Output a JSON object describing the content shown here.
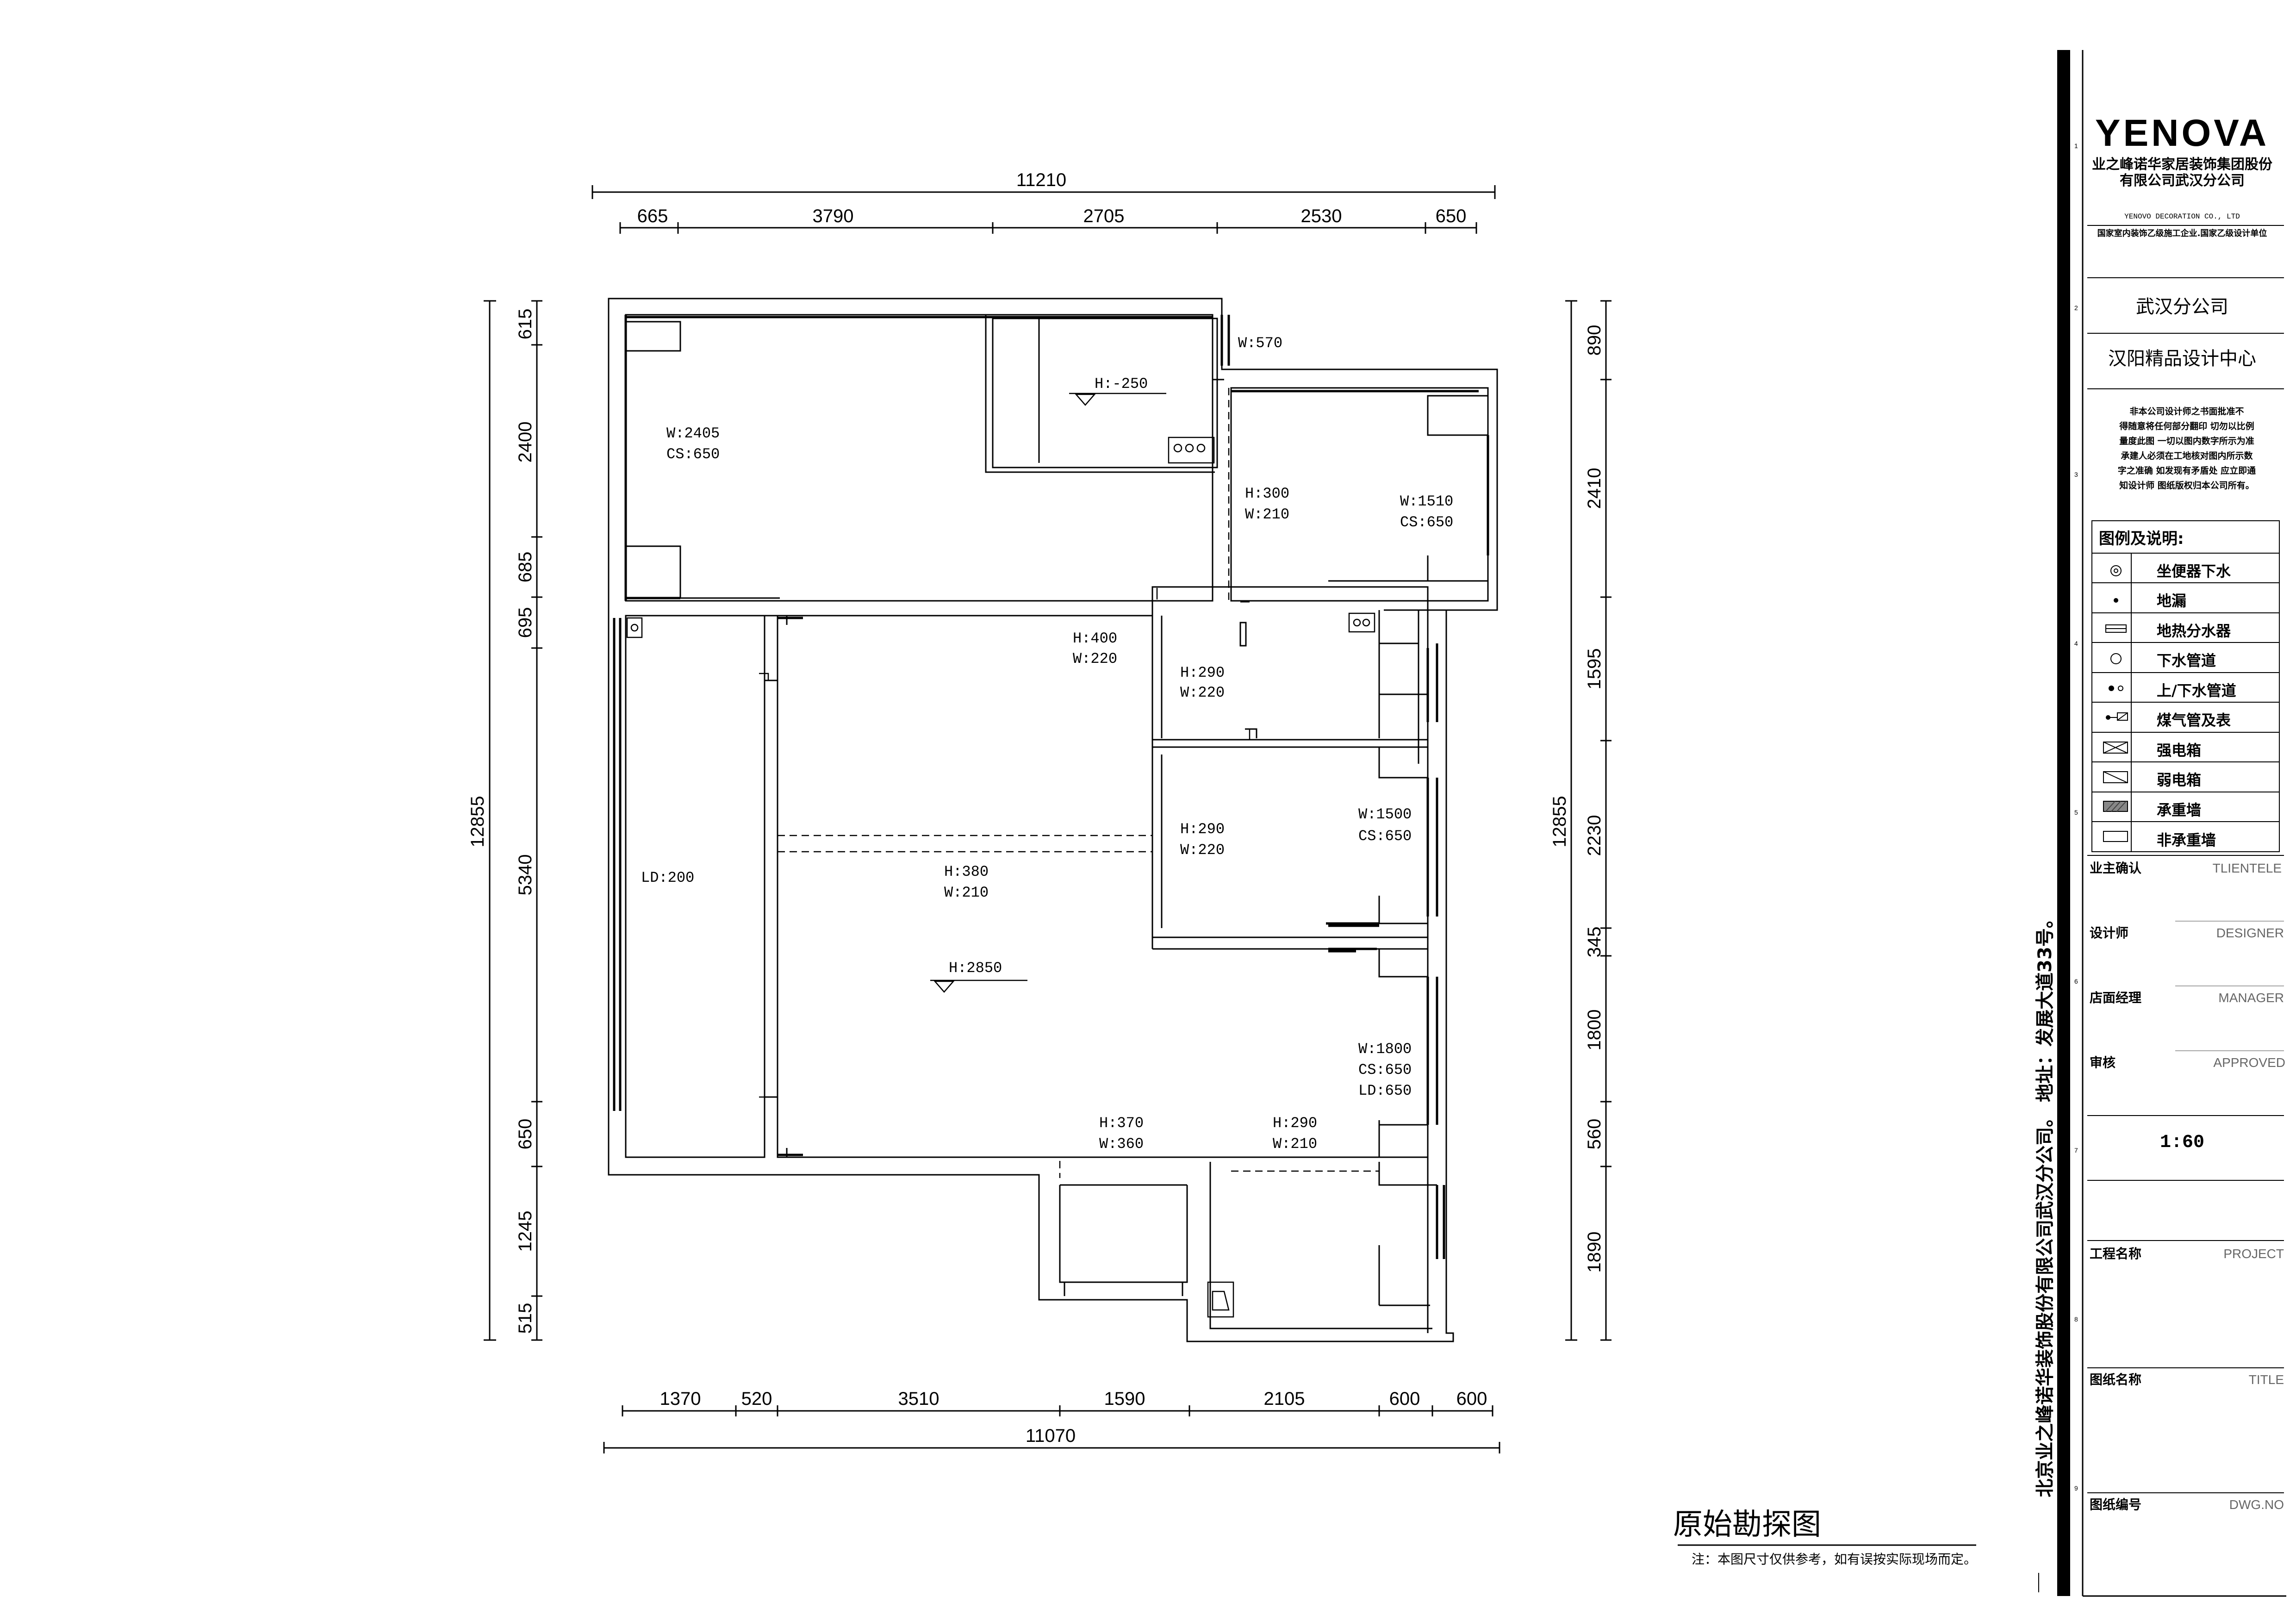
{
  "dimensions": {
    "top_total": "11210",
    "top": [
      "665",
      "3790",
      "2705",
      "2530",
      "650"
    ],
    "bottom": [
      "1370",
      "520",
      "3510",
      "1590",
      "2105",
      "600",
      "600"
    ],
    "bottom_total": "11070",
    "left_total": "12855",
    "left": [
      "615",
      "2400",
      "685",
      "695",
      "5340",
      "650",
      "1245",
      "515"
    ],
    "right_total": "12855",
    "right": [
      "890",
      "2410",
      "1595",
      "2230",
      "345",
      "1800",
      "560",
      "1890"
    ]
  },
  "annotations": [
    {
      "lines": [
        "W:570"
      ]
    },
    {
      "lines": [
        "H:-250"
      ]
    },
    {
      "lines": [
        "W:2405",
        "CS:650"
      ]
    },
    {
      "lines": [
        "H:300",
        "W:210"
      ]
    },
    {
      "lines": [
        "W:1510",
        "CS:650"
      ]
    },
    {
      "lines": [
        "H:400",
        "W:220"
      ]
    },
    {
      "lines": [
        "H:290",
        "W:220"
      ]
    },
    {
      "lines": [
        "H:290",
        "W:220"
      ]
    },
    {
      "lines": [
        "W:1500",
        "CS:650"
      ]
    },
    {
      "lines": [
        "LD:200"
      ]
    },
    {
      "lines": [
        "H:380",
        "W:210"
      ]
    },
    {
      "lines": [
        "H:2850"
      ]
    },
    {
      "lines": [
        "W:1800",
        "CS:650",
        "LD:650"
      ]
    },
    {
      "lines": [
        "H:370",
        "W:360"
      ]
    },
    {
      "lines": [
        "H:290",
        "W:210"
      ]
    }
  ],
  "drawing_title": "原始勘探图",
  "drawing_note": "注：本图尺寸仅供参考，如有误按实际现场而定。",
  "title_block": {
    "brand": "YENOVA",
    "company_line1": "业之峰诺华家居装饰集团股份",
    "company_line2": "有限公司武汉分公司",
    "company_en": "YENOVO DECORATION CO., LTD",
    "qualification": "国家室内装饰乙级施工企业.国家乙级设计单位",
    "branch": "武汉分公司",
    "center": "汉阳精品设计中心",
    "notice": [
      "非本公司设计师之书面批准不",
      "得随意将任何部分翻印 切勿以比例",
      "量度此图 一切以图内数字所示为准",
      "承建人必须在工地核对图内所示数",
      "字之准确 如发现有矛盾处 应立即通",
      "知设计师 图纸版权归本公司所有。"
    ],
    "legend_title": "图例及说明:",
    "legend": [
      {
        "icon": "toilet-drain-icon",
        "label": "坐便器下水"
      },
      {
        "icon": "floor-drain-icon",
        "label": "地漏"
      },
      {
        "icon": "heating-manifold-icon",
        "label": "地热分水器"
      },
      {
        "icon": "drain-pipe-icon",
        "label": "下水管道"
      },
      {
        "icon": "supply-drain-pipe-icon",
        "label": "上/下水管道"
      },
      {
        "icon": "gas-pipe-meter-icon",
        "label": "煤气管及表"
      },
      {
        "icon": "power-box-icon",
        "label": "强电箱"
      },
      {
        "icon": "weak-current-box-icon",
        "label": "弱电箱"
      },
      {
        "icon": "load-bearing-wall-icon",
        "label": "承重墙"
      },
      {
        "icon": "non-load-bearing-wall-icon",
        "label": "非承重墙"
      }
    ],
    "fields": [
      {
        "cn": "业主确认",
        "en": "TLIENTELE"
      },
      {
        "cn": "设计师",
        "en": "DESIGNER"
      },
      {
        "cn": "店面经理",
        "en": "MANAGER"
      },
      {
        "cn": "审核",
        "en": "APPROVED"
      }
    ],
    "scale": "1:60",
    "fields2": [
      {
        "cn": "工程名称",
        "en": "PROJECT"
      },
      {
        "cn": "图纸名称",
        "en": "TITLE"
      },
      {
        "cn": "图纸编号",
        "en": "DWG.NO"
      }
    ],
    "address": "北京业之峰诺华装饰股份有限公司武汉分公司。 地址：发展大道33号。",
    "row_numbers": [
      "1",
      "2",
      "3",
      "4",
      "5",
      "6",
      "7",
      "8",
      "9"
    ]
  }
}
